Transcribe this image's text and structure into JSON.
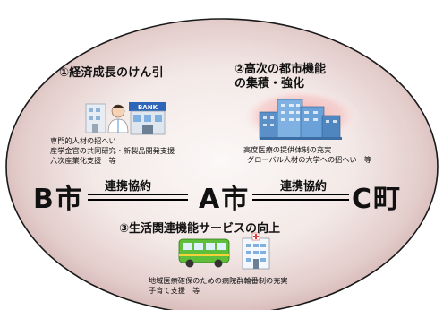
{
  "colors": {
    "ellipse_fill_center": "#f6f0ee",
    "ellipse_fill_edge": "#d9bcbc",
    "ellipse_stroke": "#1a1a1a",
    "glow": "#f08a8a"
  },
  "sections": {
    "economic": {
      "title": "①経済成長のけん引",
      "items": [
        "専門的人材の招へい",
        "産学金官の共同研究・新製品開発支援",
        "六次産業化支援　等"
      ],
      "icons": [
        "doctor-icon",
        "bank-icon"
      ]
    },
    "urban": {
      "title_line1": "②高次の都市機能",
      "title_line2": "の集積・強化",
      "items": [
        "高度医療の提供体制の充実",
        "グローバル人材の大学への招へい　等"
      ],
      "icons": [
        "hospital-buildings-icon"
      ]
    },
    "living": {
      "title": "③生活関連機能サービスの向上",
      "items": [
        "地域医療確保のための病院群輪番制の充実",
        "子育て支援　等"
      ],
      "icons": [
        "bus-icon",
        "clinic-icon"
      ]
    }
  },
  "cities": {
    "left": "B市",
    "center": "A市",
    "right": "C町"
  },
  "links": {
    "left_label": "連携協約",
    "right_label": "連携協約"
  }
}
